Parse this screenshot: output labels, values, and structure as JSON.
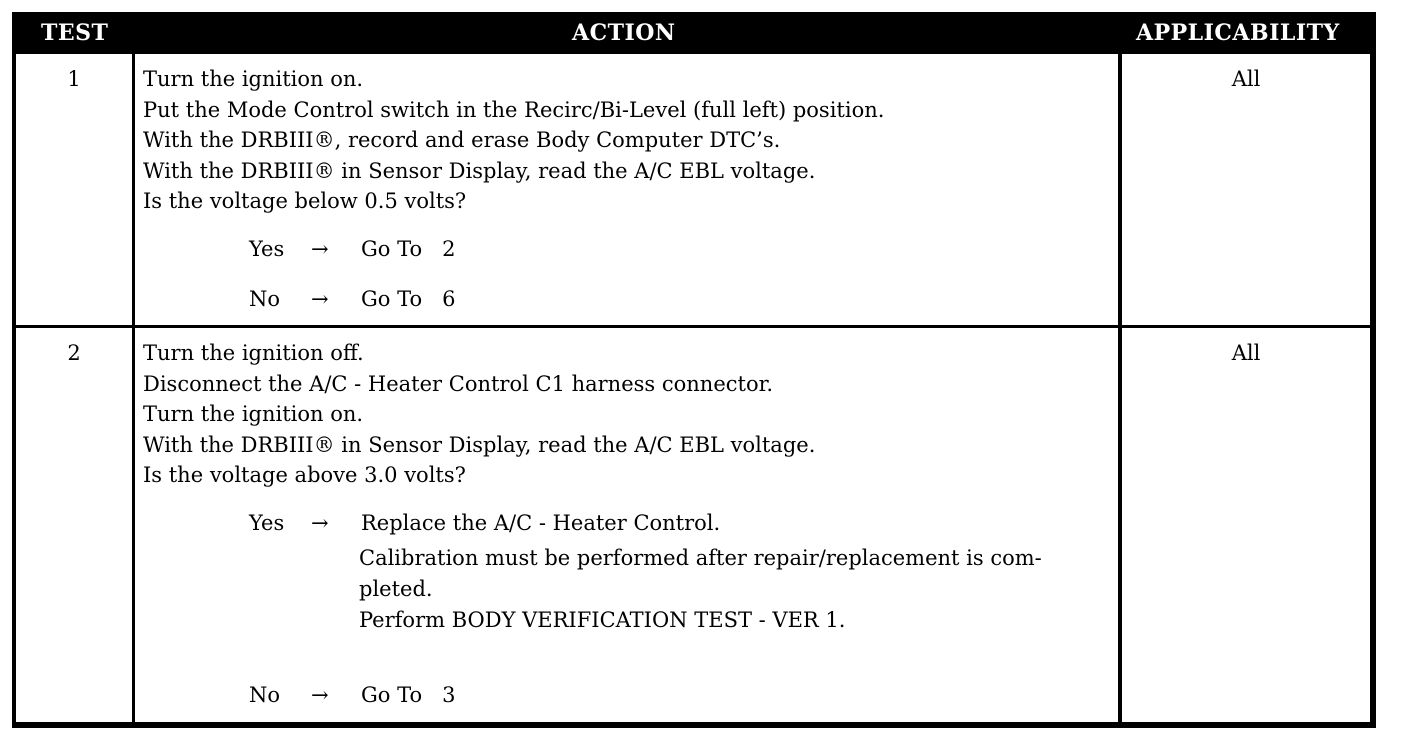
{
  "header": {
    "test": "TEST",
    "action": "ACTION",
    "applicability": "APPLICABILITY"
  },
  "rows": [
    {
      "test": "1",
      "applicability": "All",
      "lines": [
        "Turn the ignition on.",
        "Put the Mode Control switch in the Recirc/Bi-Level (full left) position.",
        "With the DRBIII®, record and erase Body Computer DTC’s.",
        "With the DRBIII® in Sensor Display, read the A/C EBL voltage.",
        "Is the voltage below 0.5 volts?"
      ],
      "yes": {
        "label": "Yes",
        "arrow": "→",
        "action": "Go To   2"
      },
      "no": {
        "label": "No",
        "arrow": "→",
        "action": "Go To   6"
      }
    },
    {
      "test": "2",
      "applicability": "All",
      "lines": [
        "Turn the ignition off.",
        "Disconnect the A/C - Heater Control C1 harness connector.",
        "Turn the ignition on.",
        "With the DRBIII® in Sensor Display, read the A/C EBL voltage.",
        "Is the voltage above 3.0 volts?"
      ],
      "yes": {
        "label": "Yes",
        "arrow": "→",
        "action": "Replace the A/C - Heater Control.",
        "extra": [
          "Calibration must be performed after repair/replacement is com-",
          "pleted.",
          "Perform BODY VERIFICATION TEST - VER 1."
        ]
      },
      "no": {
        "label": "No",
        "arrow": "→",
        "action": "Go To   3"
      }
    }
  ]
}
